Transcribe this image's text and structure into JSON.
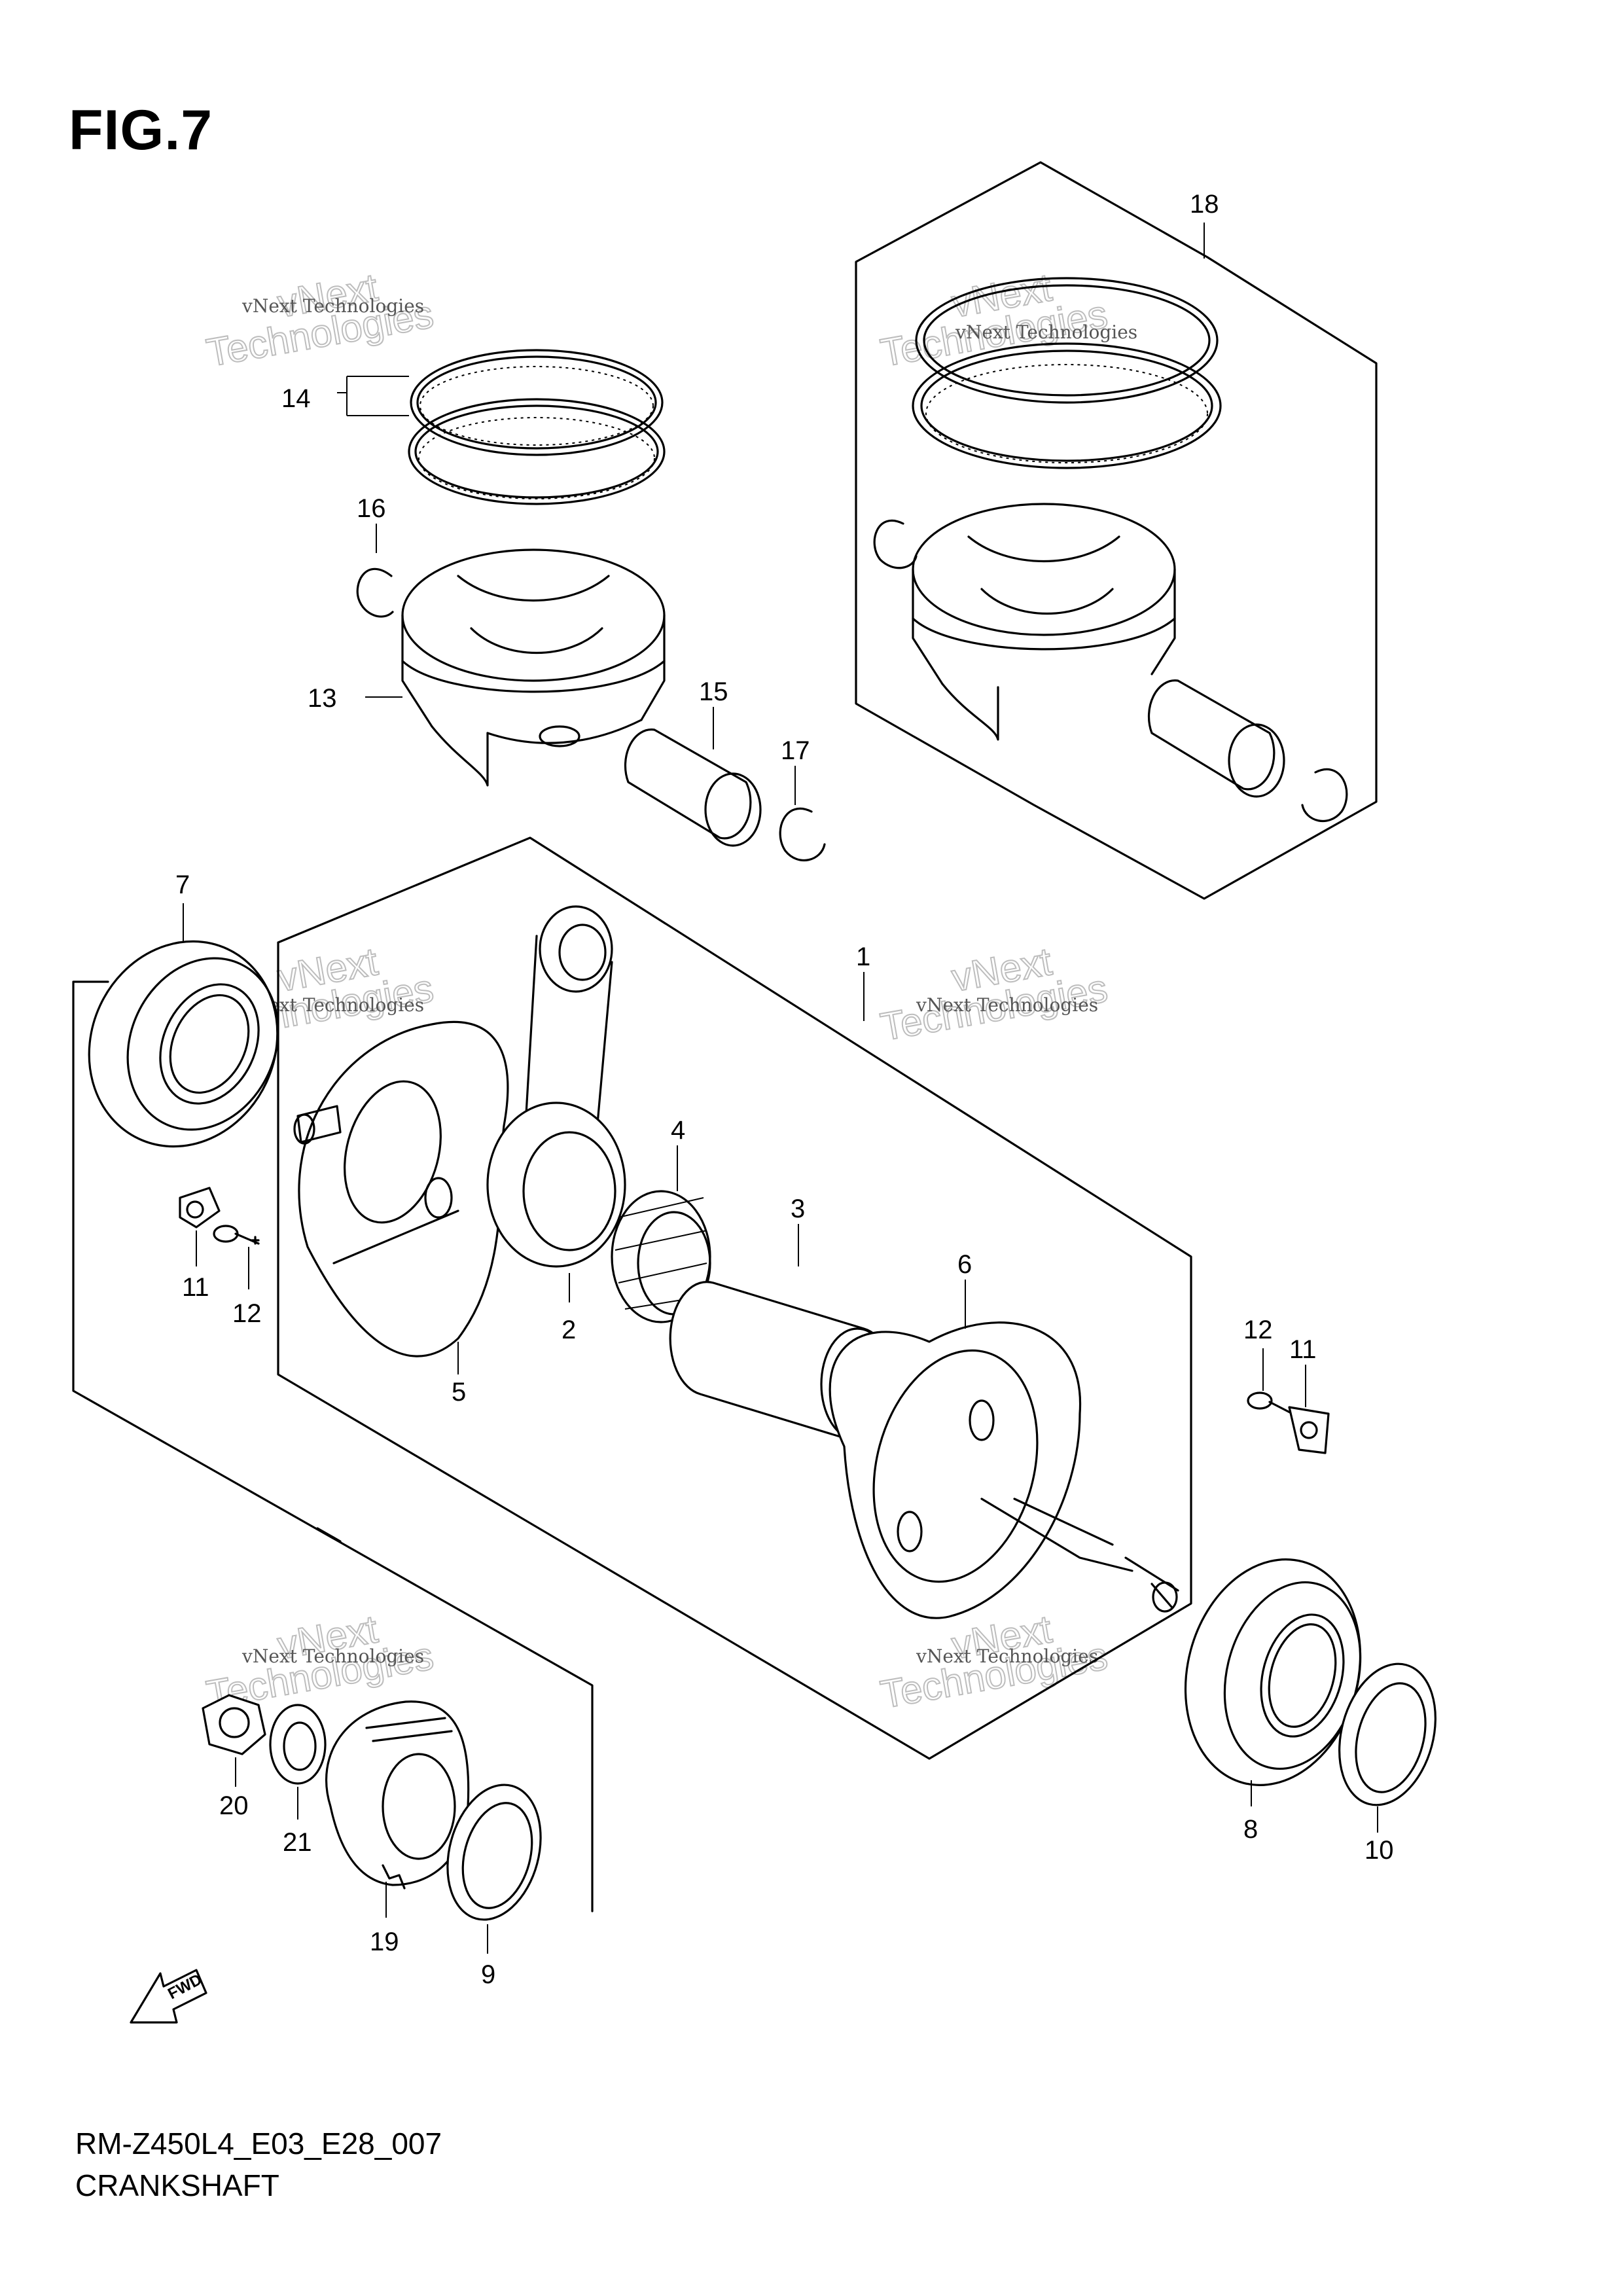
{
  "figure": {
    "title": "FIG.7",
    "code": "RM-Z450L4_E03_E28_007",
    "name": "CRANKSHAFT"
  },
  "watermark": {
    "line_small": "vNext Technologies",
    "line_big": "Technologies",
    "line_top": "vNext"
  },
  "callouts": {
    "c1": "1",
    "c2": "2",
    "c3": "3",
    "c4": "4",
    "c5": "5",
    "c6": "6",
    "c7": "7",
    "c8": "8",
    "c9": "9",
    "c10": "10",
    "c11a": "11",
    "c11b": "11",
    "c12a": "12",
    "c12b": "12",
    "c13": "13",
    "c14": "14",
    "c15": "15",
    "c16": "16",
    "c17": "17",
    "c18": "18",
    "c19": "19",
    "c20": "20",
    "c21": "21"
  },
  "fwd_label": "FWD"
}
